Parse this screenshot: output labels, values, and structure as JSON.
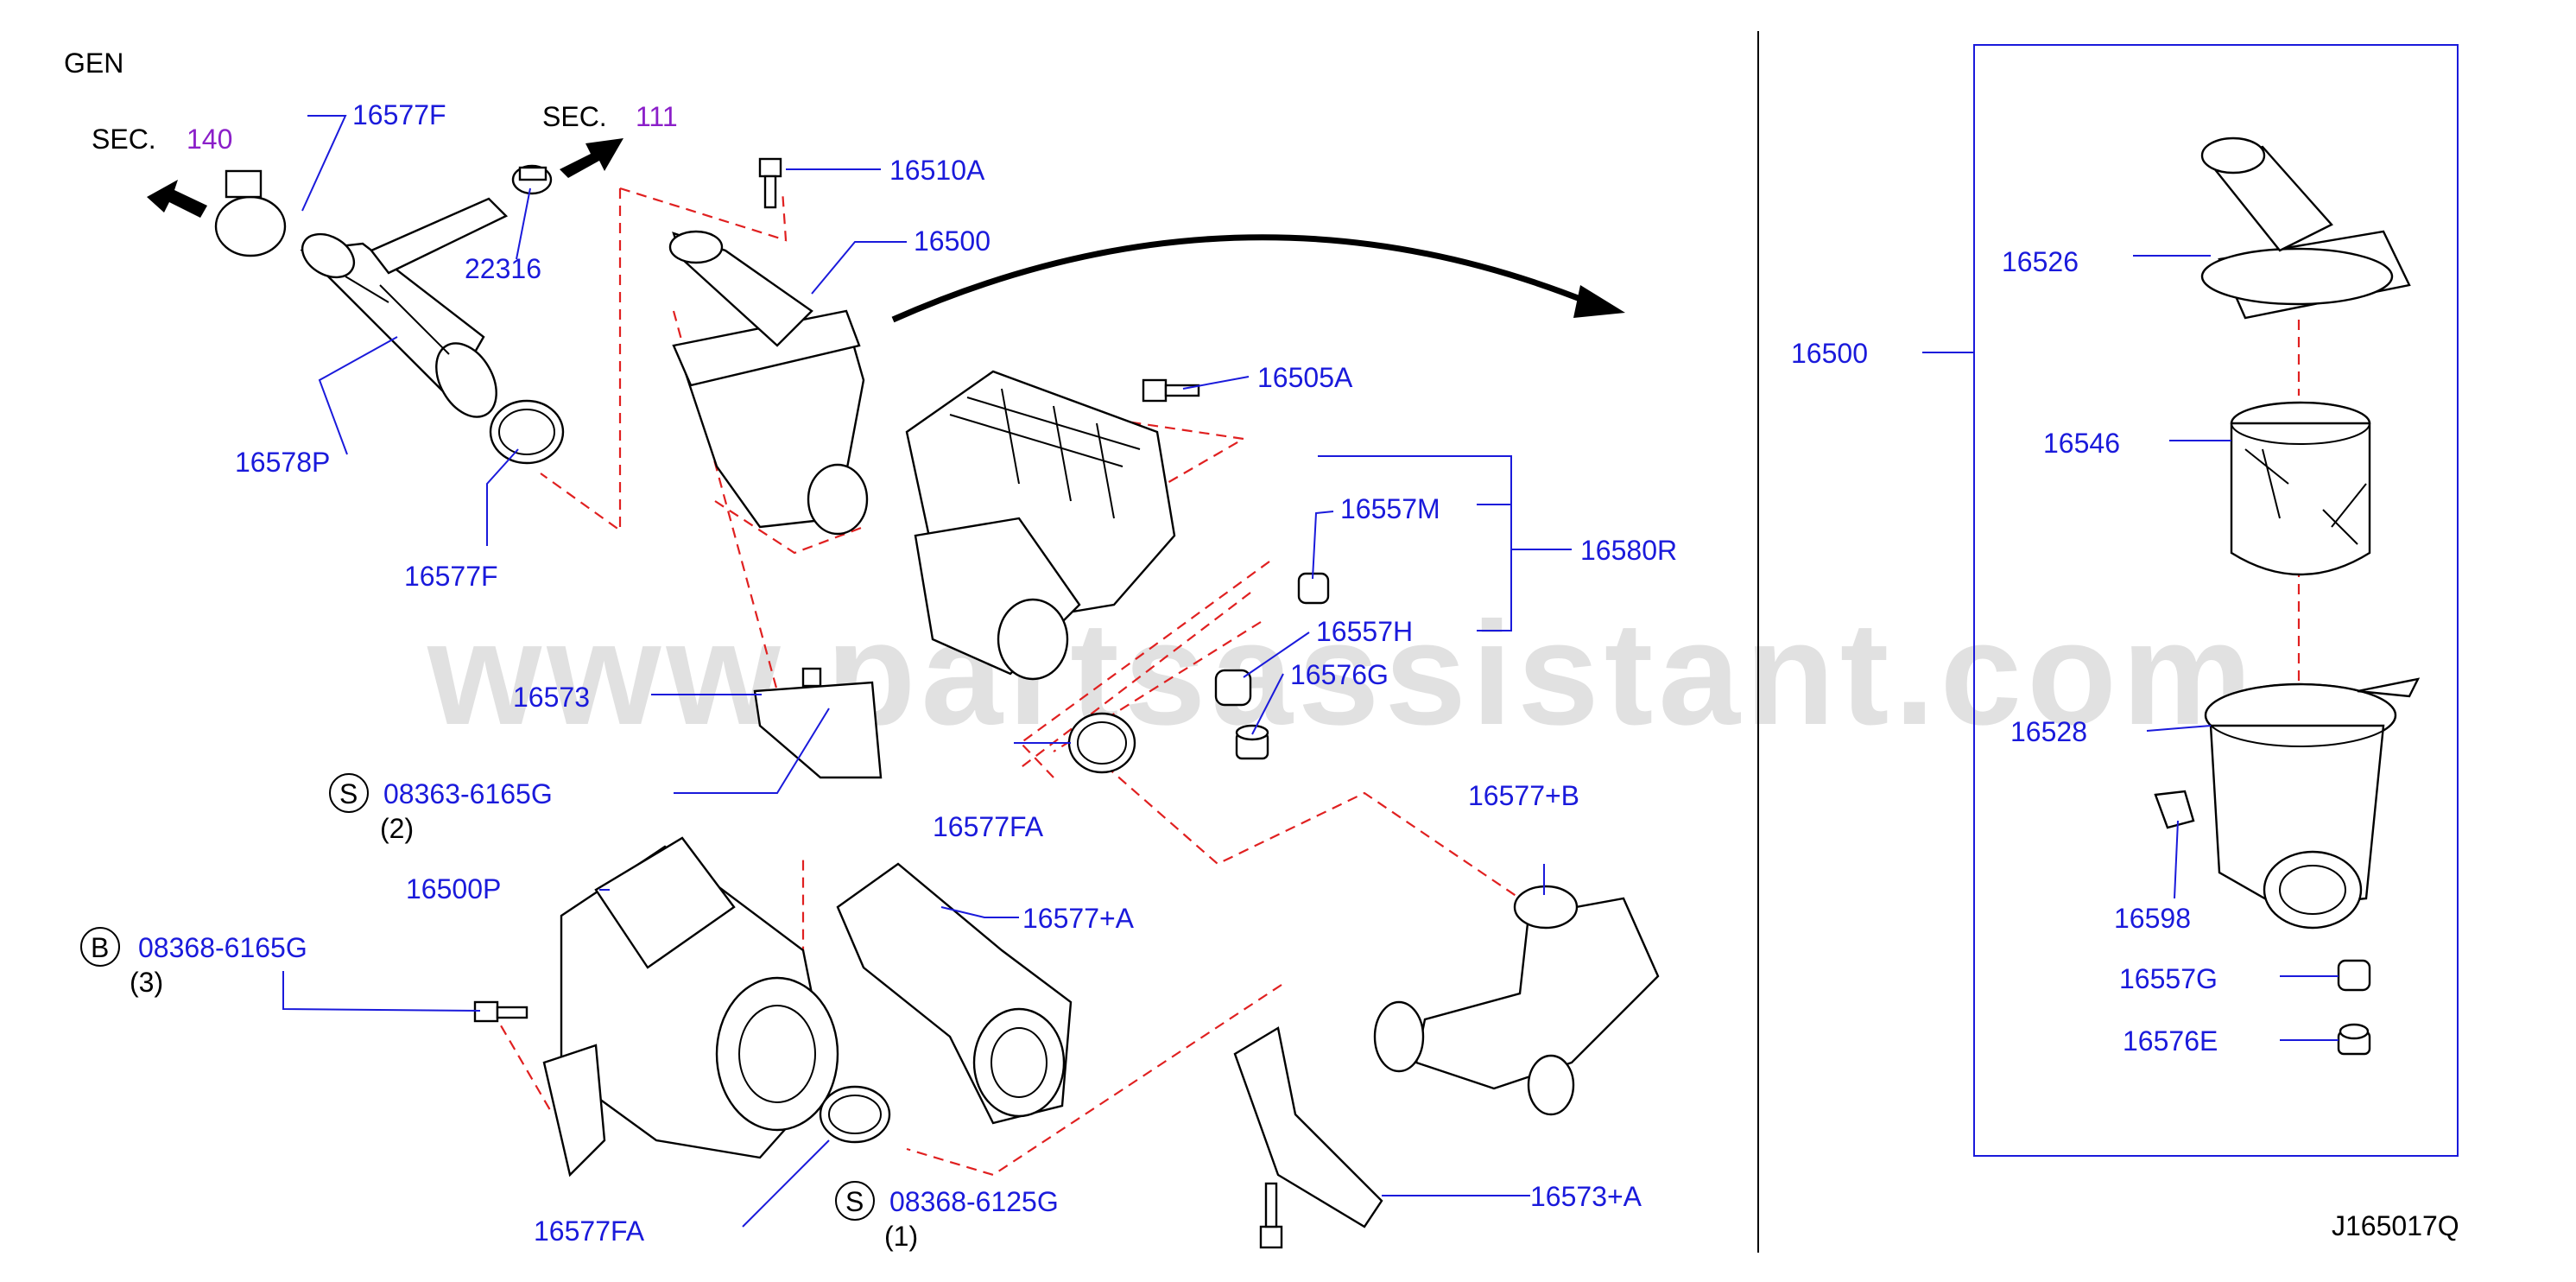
{
  "header": {
    "variant": "GEN",
    "drawing_id": "J165017Q",
    "watermark": "www.partsassistant.com"
  },
  "sections": [
    {
      "prefix": "SEC.",
      "number": "140"
    },
    {
      "prefix": "SEC.",
      "number": "111"
    }
  ],
  "callouts": {
    "p16577F_top": "16577F",
    "p22316": "22316",
    "p16510A": "16510A",
    "p16500_top": "16500",
    "p16578P": "16578P",
    "p16577F_bot": "16577F",
    "p16505A": "16505A",
    "p16557M": "16557M",
    "p16580R": "16580R",
    "p16557H": "16557H",
    "p16576G": "16576G",
    "p16573": "16573",
    "p08363": "08363-6165G",
    "q08363": "(2)",
    "p16577FA_mid": "16577FA",
    "p16577B": "16577+B",
    "p16500P": "16500P",
    "p16577A": "16577+A",
    "p08368B": "08368-6165G",
    "q08368B": "(3)",
    "p16577FA_bot": "16577FA",
    "p08368S": "08368-6125G",
    "q08368S": "(1)",
    "p16573A": "16573+A",
    "p16500_side": "16500",
    "p16526": "16526",
    "p16546": "16546",
    "p16528": "16528",
    "p16598": "16598",
    "p16557G": "16557G",
    "p16576E": "16576E"
  },
  "symbols": {
    "s1": "S",
    "b1": "B",
    "s2": "S"
  },
  "colors": {
    "callout": "#1a1adb",
    "section_number": "#8b1fc9",
    "leader": "#1a1adb",
    "dashed": "#e02020",
    "outline": "#000000"
  }
}
